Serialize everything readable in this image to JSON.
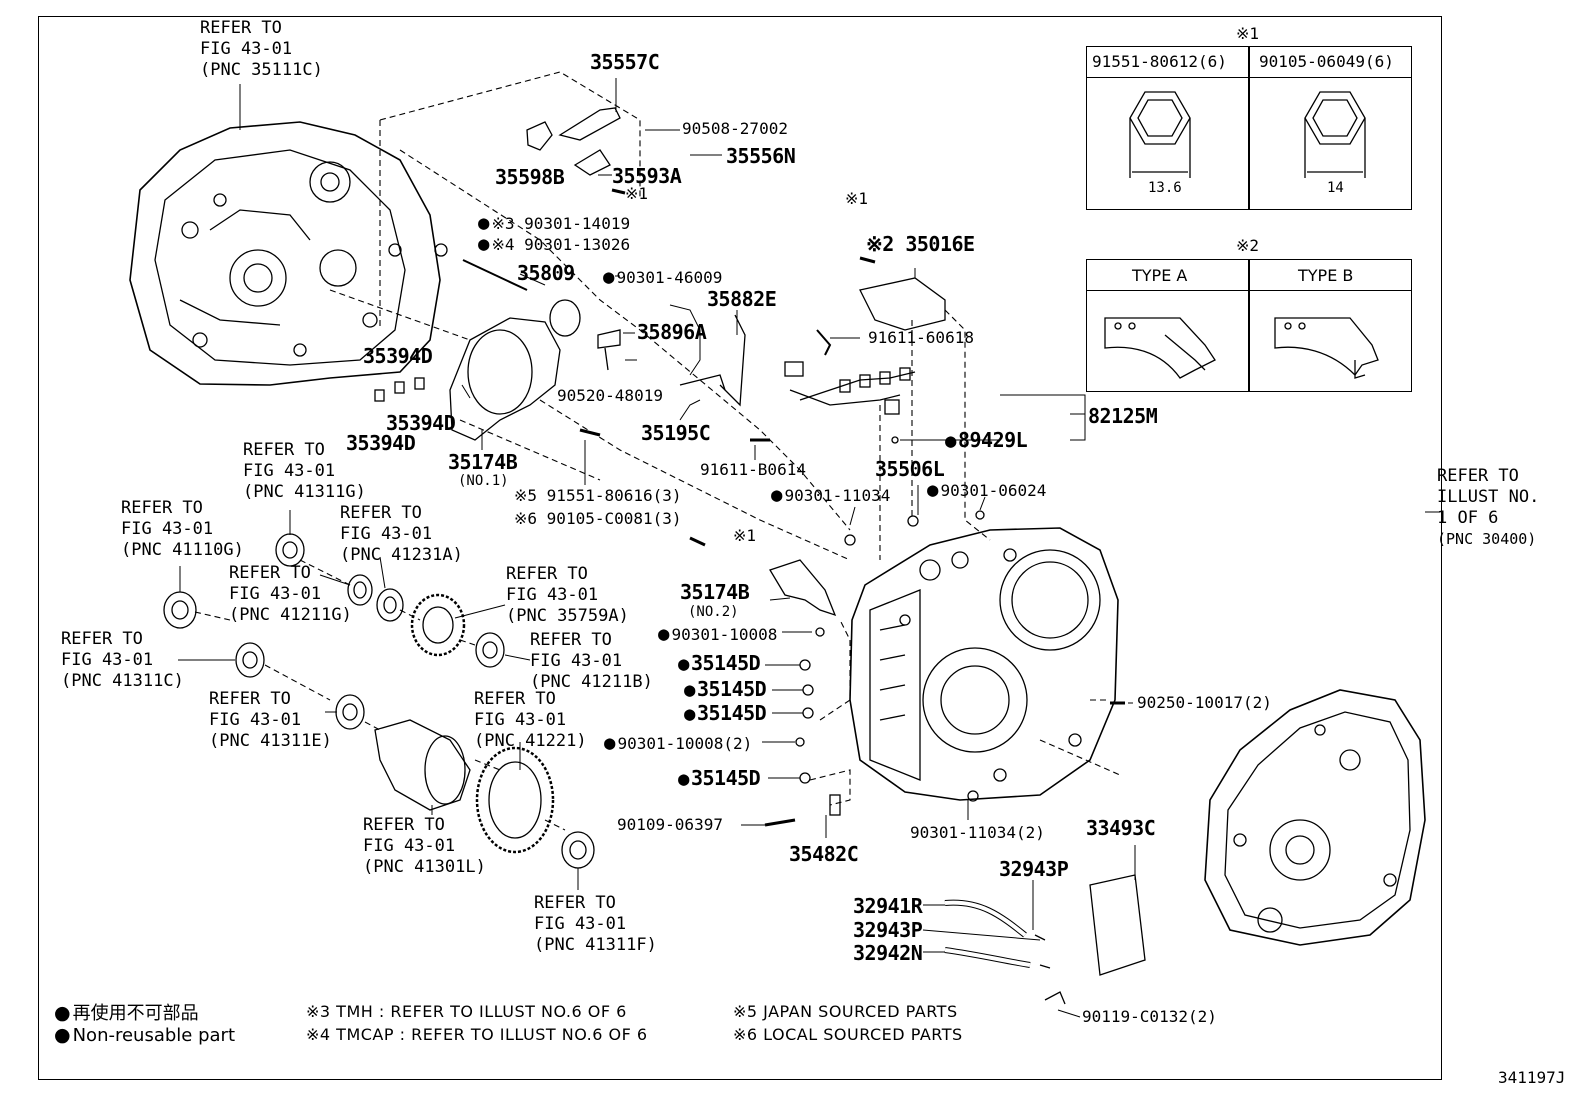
{
  "diagram_id": "341197J",
  "refs": {
    "r1": [
      "REFER TO",
      "FIG 43-01",
      "(PNC 35111C)"
    ],
    "r2": [
      "REFER TO",
      "FIG 43-01",
      "(PNC 41311G)"
    ],
    "r3": [
      "REFER TO",
      "FIG 43-01",
      "(PNC 41110G)"
    ],
    "r4": [
      "REFER TO",
      "FIG 43-01",
      "(PNC 41231A)"
    ],
    "r5": [
      "REFER TO",
      "FIG 43-01",
      "(PNC 41211G)"
    ],
    "r6": [
      "REFER TO",
      "FIG 43-01",
      "(PNC 35759A)"
    ],
    "r7": [
      "REFER TO",
      "FIG 43-01",
      "(PNC 41311C)"
    ],
    "r8": [
      "REFER TO",
      "FIG 43-01",
      "(PNC 41211B)"
    ],
    "r9": [
      "REFER TO",
      "FIG 43-01",
      "(PNC 41311E)"
    ],
    "r10": [
      "REFER TO",
      "FIG 43-01",
      "(PNC 41221)"
    ],
    "r11": [
      "REFER TO",
      "FIG 43-01",
      "(PNC 41301L)"
    ],
    "r12": [
      "REFER TO",
      "FIG 43-01",
      "(PNC 41311F)"
    ],
    "r13": [
      "REFER TO",
      "ILLUST NO.",
      "1 OF 6"
    ],
    "r13_pnc": "(PNC 30400)"
  },
  "parts": {
    "p35557C": "35557C",
    "p90508": "90508-27002",
    "p35556N": "35556N",
    "p35598B": "35598B",
    "p35593A": "35593A",
    "p_x1a": "※1",
    "p90301_14019": "※3 90301-14019",
    "p90301_13026": "※4 90301-13026",
    "p35809": "35809",
    "p90301_46009": "90301-46009",
    "p35896A": "35896A",
    "p35882E": "35882E",
    "p90520": "90520-48019",
    "p35195C": "35195C",
    "p91611_B0614": "91611-B0614",
    "p35394D_a": "35394D",
    "p35394D_b": "35394D",
    "p35394D_c": "35394D",
    "p35174B_1": "35174B",
    "p35174B_1s": "(NO.1)",
    "p91551_80616": "※5 91551-80616(3)",
    "p90105_C0081": "※6 90105-C0081(3)",
    "p_x1b": "※1",
    "p35016E": "※2 35016E",
    "p_x1c": "※1",
    "p91611_60618": "91611-60618",
    "p82125M": "82125M",
    "p89429L": "89429L",
    "p35506L": "35506L",
    "p90301_11034": "90301-11034",
    "p90301_06024": "90301-06024",
    "p_x1d": "※1",
    "p35174B_2": "35174B",
    "p35174B_2s": "(NO.2)",
    "p90301_10008": "90301-10008",
    "p35145D_1": "35145D",
    "p35145D_2": "35145D",
    "p35145D_3": "35145D",
    "p90301_10008_2": "90301-10008(2)",
    "p35145D_4": "35145D",
    "p90250": "90250-10017(2)",
    "p90109": "90109-06397",
    "p35482C": "35482C",
    "p90301_11034_2": "90301-11034(2)",
    "p33493C": "33493C",
    "p32943P_a": "32943P",
    "p32941R": "32941R",
    "p32943P_b": "32943P",
    "p32942N": "32942N",
    "p90119": "90119-C0132(2)"
  },
  "table1": {
    "mark": "※1",
    "col1": "91551-80612(6)",
    "col2": "90105-06049(6)",
    "dim1": "13.6",
    "dim2": "14"
  },
  "table2": {
    "mark": "※2",
    "col1": "TYPE A",
    "col2": "TYPE B"
  },
  "legend": {
    "jp": "再使用不可部品",
    "en": "Non-reusable part",
    "n3": "※3 TMH : REFER TO ILLUST NO.6 OF 6",
    "n4": "※4 TMCAP : REFER TO ILLUST NO.6 OF 6",
    "n5": "※5 JAPAN SOURCED PARTS",
    "n6": "※6 LOCAL SOURCED PARTS"
  }
}
